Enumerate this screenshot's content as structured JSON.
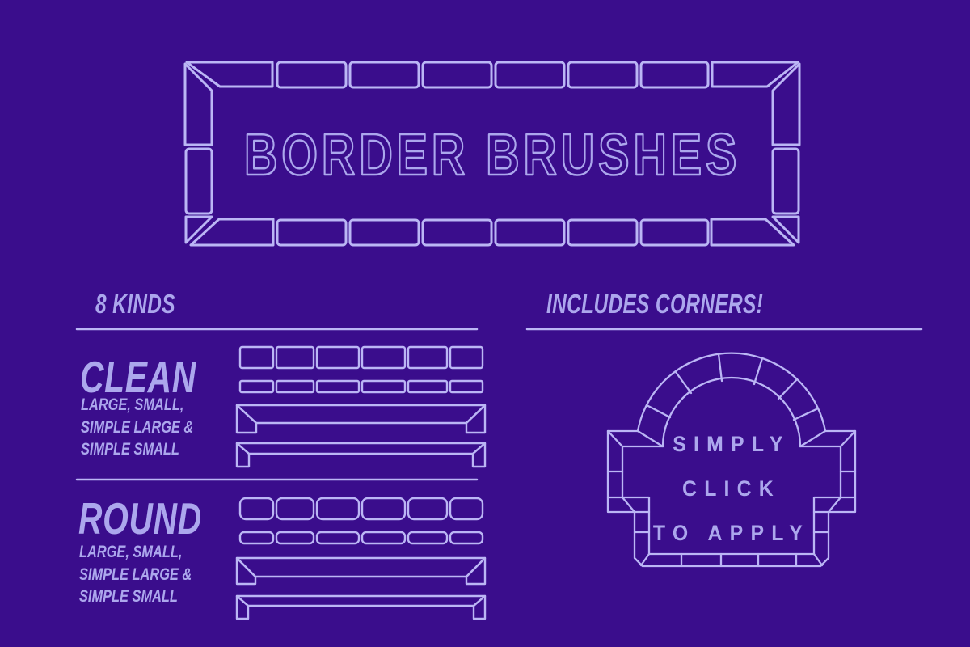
{
  "meta": {
    "background_color": "#3A0D8C",
    "line_color": "#BBB6F5",
    "text_color": "#ACA7ED"
  },
  "banner": {
    "title": "BORDER BRUSHES"
  },
  "left_column": {
    "heading": "8 KINDS",
    "groups": [
      {
        "name": "CLEAN",
        "desc_line1": "LARGE, SMALL,",
        "desc_line2": "SIMPLE LARGE &",
        "desc_line3": "SIMPLE SMALL"
      },
      {
        "name": "ROUND",
        "desc_line1": "LARGE, SMALL,",
        "desc_line2": "SIMPLE LARGE &",
        "desc_line3": "SIMPLE SMALL"
      }
    ]
  },
  "right_column": {
    "heading": "INCLUDES CORNERS!",
    "demo_line1": "SIMPLY",
    "demo_line2": "CLICK",
    "demo_line3": "TO APPLY"
  }
}
